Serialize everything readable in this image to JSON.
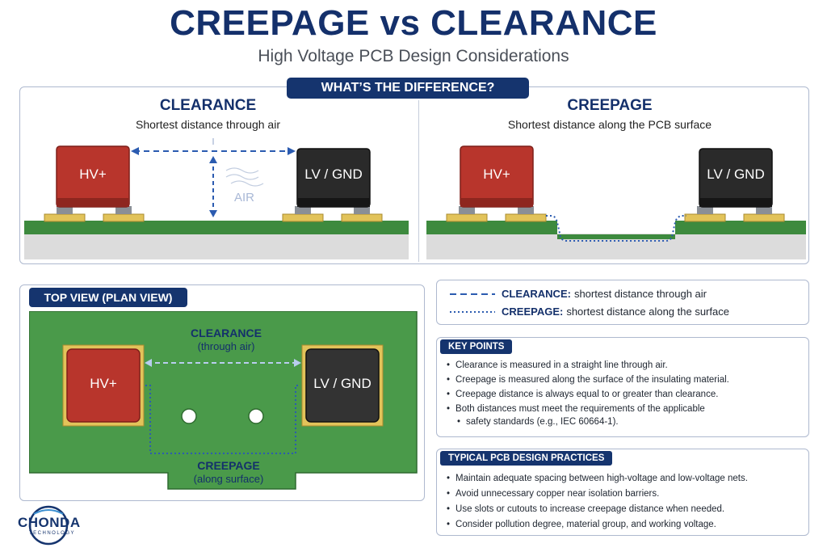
{
  "header": {
    "title": "CREEPAGE vs CLEARANCE",
    "subtitle": "High Voltage PCB Design Considerations"
  },
  "difference": {
    "label": "WHAT’S THE DIFFERENCE?",
    "clearance": {
      "title": "CLEARANCE",
      "subtitle": "Shortest distance through air",
      "air_label": "AIR",
      "hv_label": "HV+",
      "lv_label": "LV / GND"
    },
    "creepage": {
      "title": "CREEPAGE",
      "subtitle": "Shortest distance along the PCB surface",
      "hv_label": "HV+",
      "lv_label": "LV / GND"
    }
  },
  "top_view": {
    "label": "TOP VIEW (PLAN VIEW)",
    "clearance_title": "CLEARANCE",
    "clearance_sub": "(through air)",
    "creepage_title": "CREEPAGE",
    "creepage_sub": "(along surface)",
    "hv_label": "HV+",
    "lv_label": "LV / GND"
  },
  "legend": {
    "clearance_term": "CLEARANCE:",
    "clearance_desc": "shortest distance through air",
    "creepage_term": "CREEPAGE:",
    "creepage_desc": "shortest distance along the surface"
  },
  "key_points": {
    "label": "KEY POINTS",
    "items": [
      "Clearance is measured in a straight line through air.",
      "Creepage is measured along the surface of the insulating material.",
      "Creepage distance is always equal to or greater than clearance.",
      "Both distances must meet the requirements of the applicable",
      "safety standards (e.g., IEC 60664-1)."
    ]
  },
  "practices": {
    "label": "TYPICAL PCB DESIGN PRACTICES",
    "items": [
      "Maintain adequate spacing between high-voltage and low-voltage nets.",
      "Avoid unnecessary copper near isolation barriers.",
      "Use slots or cutouts to increase creepage distance when needed.",
      "Consider pollution degree, material group, and working voltage."
    ]
  },
  "logo": {
    "name": "CHONDA",
    "tagline": "TECHNOLOGY"
  },
  "colors": {
    "navy": "#15346e",
    "hv_red": "#b8352c",
    "lv_black": "#2a2a2a",
    "pcb_green": "#3d8a3e",
    "pad_gold": "#e2c35a",
    "dash_blue": "#2b5bb0"
  }
}
